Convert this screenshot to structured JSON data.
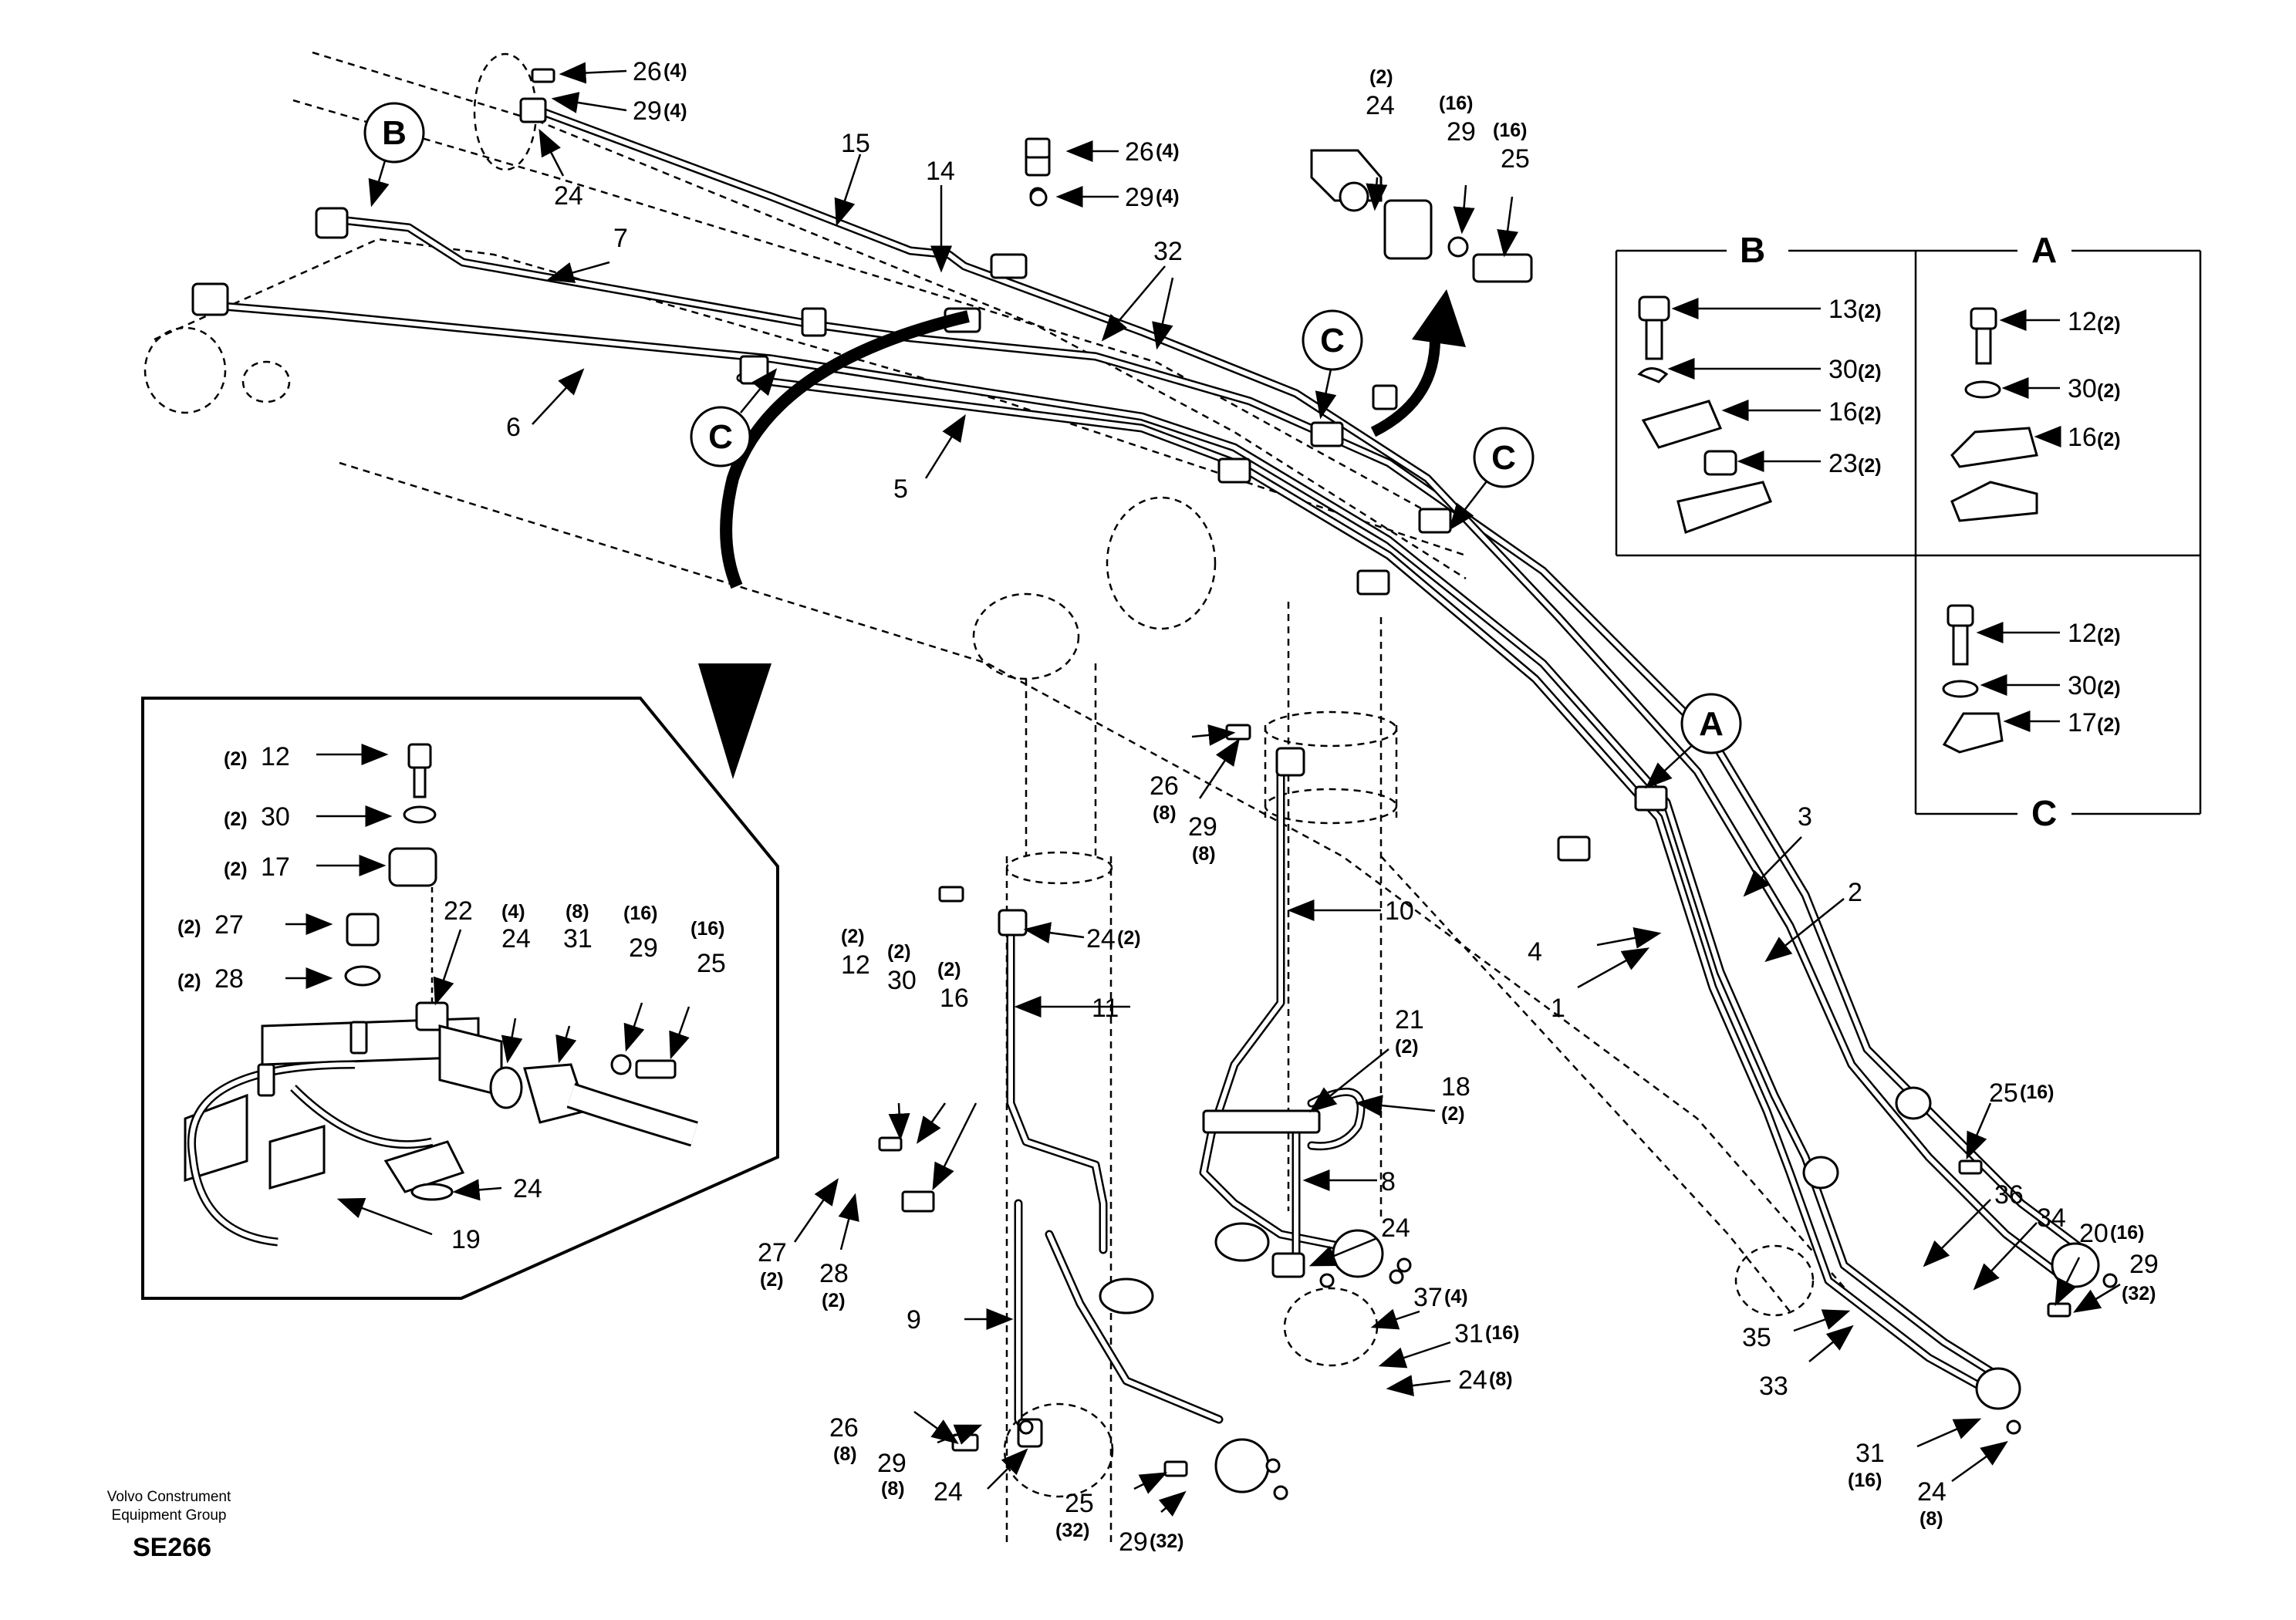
{
  "footer": {
    "company_line1": "Volvo Construment",
    "company_line2": "Equipment Group",
    "code": "SE266"
  },
  "callouts": {
    "c1": "1",
    "c2": "2",
    "c3": "3",
    "c4": "4",
    "c5": "5",
    "c6": "6",
    "c7": "7",
    "c8": "8",
    "c9": "9",
    "c10": "10",
    "c11": "11",
    "c14": "14",
    "c15": "15",
    "c18": "18",
    "c19": "19",
    "c21": "21",
    "c22": "22",
    "c32": "32",
    "c33": "33",
    "c34": "34",
    "c35": "35",
    "c36": "36"
  },
  "labels": {
    "l26_4a": "26",
    "l29_4a": "29",
    "l24_top": "24",
    "l26_4b": "26",
    "l29_4b": "29",
    "l24_2_top": "24",
    "l29_16_top": "29",
    "l25_16_top": "25",
    "l26_8a": "26",
    "l29_8a": "29",
    "l24_2_mid": "24",
    "l12_2_mid": "12",
    "l30_2_mid": "30",
    "l16_2_mid": "16",
    "l27_2": "27",
    "l28_2": "28",
    "l26_8b": "26",
    "l29_8b": "29",
    "l24_bot": "24",
    "l25_32": "25",
    "l29_32": "29",
    "l24_right": "24",
    "l37_4": "37",
    "l31_16a": "31",
    "l24_8a": "24",
    "l25_16_right": "25",
    "l20_16": "20",
    "l29_32b": "29",
    "l31_16b": "31",
    "l24_8b": "24",
    "b13": "13",
    "b30": "30",
    "b16": "16",
    "b23": "23",
    "a12": "12",
    "a30": "30",
    "a16": "16",
    "cc12": "12",
    "cc30": "30",
    "cc17": "17",
    "in12": "12",
    "in30": "30",
    "in17": "17",
    "in27": "27",
    "in28": "28",
    "in24a": "24",
    "in31": "31",
    "in29": "29",
    "in25": "25",
    "in24b": "24"
  },
  "quantities": {
    "q4": "(4)",
    "q2": "(2)",
    "q8": "(8)",
    "q16": "(16)",
    "q32": "(32)"
  },
  "circles": {
    "A": "A",
    "B": "B",
    "C": "C"
  },
  "detail_boxes": {
    "A": "A",
    "B": "B",
    "C": "C"
  }
}
